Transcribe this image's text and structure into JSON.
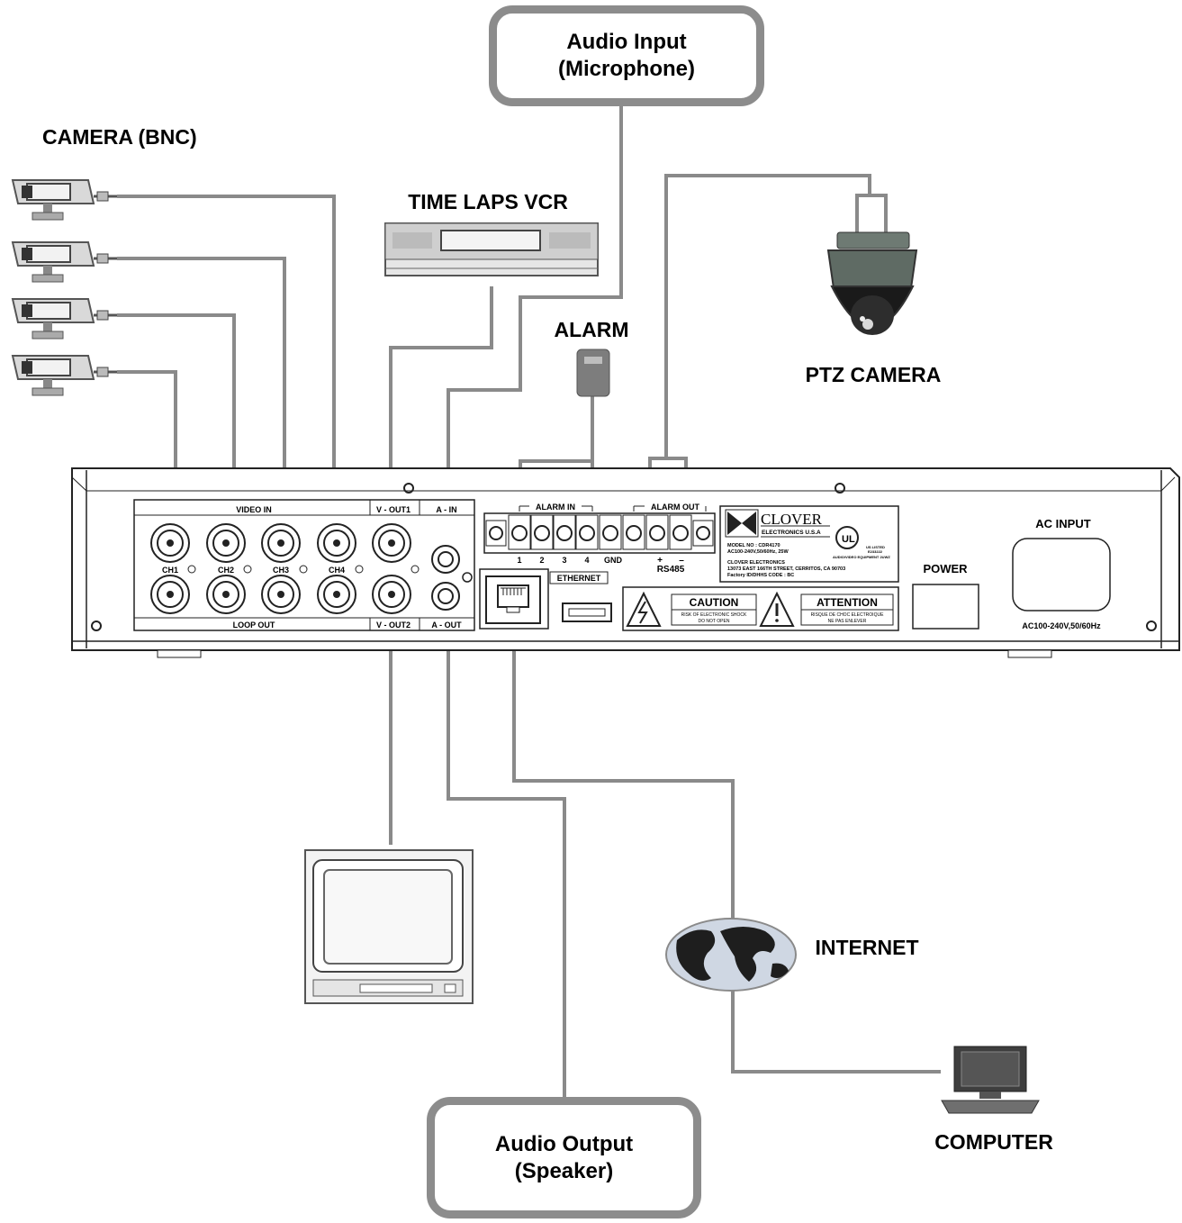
{
  "labels": {
    "camera_bnc": "CAMERA (BNC)",
    "time_laps_vcr": "TIME LAPS VCR",
    "alarm": "ALARM",
    "ptz_camera": "PTZ CAMERA",
    "internet": "INTERNET",
    "computer": "COMPUTER"
  },
  "audio_input": {
    "line1": "Audio Input",
    "line2": "(Microphone)"
  },
  "audio_output": {
    "line1": "Audio Output",
    "line2": "(Speaker)"
  },
  "panel": {
    "video_in": "VIDEO IN",
    "loop_out": "LOOP OUT",
    "v_out1": "V - OUT1",
    "v_out2": "V - OUT2",
    "a_in": "A - IN",
    "a_out": "A - OUT",
    "channels": [
      "CH1",
      "CH2",
      "CH3",
      "CH4"
    ],
    "ethernet": "ETHERNET",
    "alarm_in": "ALARM IN",
    "alarm_out": "ALARM OUT",
    "alarm_numbers": [
      "1",
      "2",
      "3",
      "4"
    ],
    "gnd": "GND",
    "plus": "+",
    "minus": "–",
    "rs485": "RS485",
    "power": "POWER",
    "ac_input": "AC INPUT",
    "ac_rating": "AC100-240V,50/60Hz"
  },
  "brand": {
    "name": "CLOVER",
    "sub": "ELECTRONICS U.S.A",
    "model": "MODEL NO  :  CDR4170",
    "rating": "AC100-240V,50/60Hz, 25W",
    "company": "CLOVER ELECTRONICS",
    "address": "13073 EAST 166TH STREET, CERRITOS, CA 90703",
    "factory": "Factory ID/DHHS CODE : BC",
    "ul_listed": "US LISTED",
    "ul_number": "E233222",
    "ul_text": "AUDIO/VIDEO EQUIPMENT 2UWZ"
  },
  "warnings": {
    "caution": "CAUTION",
    "caution_text1": "RISK OF ELECTRONIC SHOCK",
    "caution_text2": "DO NOT OPEN",
    "attention": "ATTENTION",
    "attention_text1": "RISQUE DE CHOC ELECTROIQUE",
    "attention_text2": "NE PAS ENLEVER"
  },
  "colors": {
    "cable": "#8a8a8a",
    "box_border": "#8c8c8c",
    "text": "#000000"
  },
  "icons": [
    "bnc-camera-icon",
    "vcr-icon",
    "alarm-sensor-icon",
    "ptz-dome-camera-icon",
    "monitor-icon",
    "globe-icon",
    "computer-icon"
  ]
}
